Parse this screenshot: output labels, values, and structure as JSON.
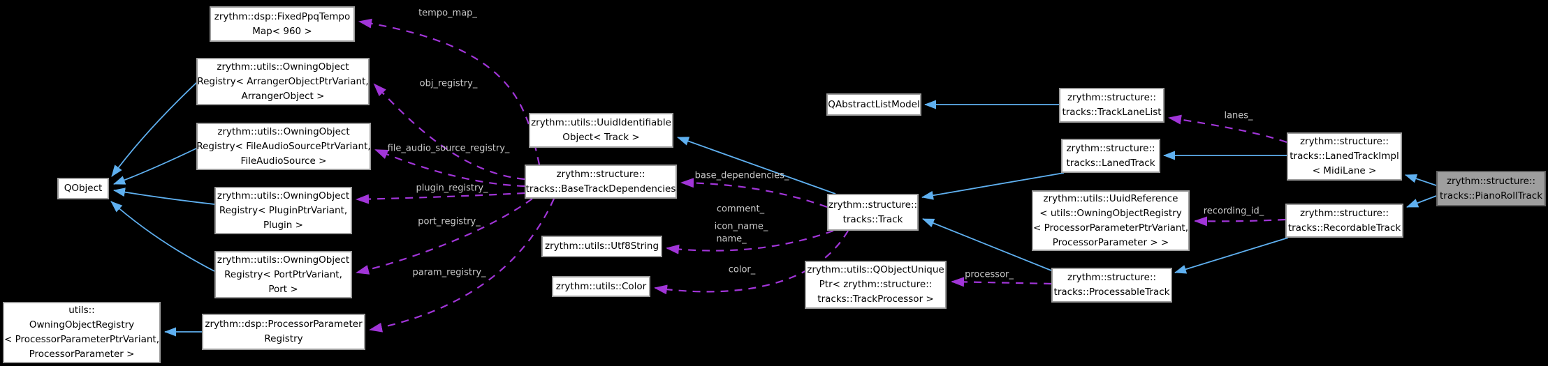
{
  "diagram": {
    "type": "doxygen-collaboration-graph",
    "focus_class": "zrythm::structure::tracks::PianoRollTrack"
  },
  "colors": {
    "background": "#000000",
    "node_bg": "#ffffff",
    "node_border": "#9c9c9c",
    "node_text": "#000000",
    "highlight_bg": "#9e9e9e",
    "highlight_border": "#5f5f5f",
    "inheritance_edge": "#5fb0f0",
    "usage_edge": "#a135d8",
    "edge_label_text": "#c9c9c9"
  },
  "nodes": [
    {
      "id": "fixed-ppq-tempo-map",
      "lines": [
        "zrythm::dsp::FixedPpqTempo",
        "Map< 960 >"
      ]
    },
    {
      "id": "owning-object-registry-arranger",
      "lines": [
        "zrythm::utils::OwningObject",
        "Registry< ArrangerObjectPtrVariant,",
        "ArrangerObject >"
      ]
    },
    {
      "id": "owning-object-registry-file-audio-source",
      "lines": [
        "zrythm::utils::OwningObject",
        "Registry< FileAudioSourcePtrVariant,",
        "FileAudioSource >"
      ]
    },
    {
      "id": "qobject",
      "lines": [
        "QObject"
      ]
    },
    {
      "id": "owning-object-registry-plugin",
      "lines": [
        "zrythm::utils::OwningObject",
        "Registry< PluginPtrVariant,",
        "Plugin >"
      ]
    },
    {
      "id": "owning-object-registry-port",
      "lines": [
        "zrythm::utils::OwningObject",
        "Registry< PortPtrVariant,",
        "Port >"
      ]
    },
    {
      "id": "utils-owning-object-registry-processor-parameter",
      "lines": [
        "utils::",
        "OwningObjectRegistry",
        "< ProcessorParameterPtrVariant,",
        "ProcessorParameter >"
      ]
    },
    {
      "id": "processor-parameter-registry",
      "lines": [
        "zrythm::dsp::ProcessorParameter",
        "Registry"
      ]
    },
    {
      "id": "uuid-identifiable-object-track",
      "lines": [
        "zrythm::utils::UuidIdentifiable",
        "Object< Track >"
      ]
    },
    {
      "id": "base-track-dependencies",
      "lines": [
        "zrythm::structure::",
        "tracks::BaseTrackDependencies"
      ]
    },
    {
      "id": "utf8-string",
      "lines": [
        "zrythm::utils::Utf8String"
      ]
    },
    {
      "id": "color",
      "lines": [
        "zrythm::utils::Color"
      ]
    },
    {
      "id": "qabstract-list-model",
      "lines": [
        "QAbstractListModel"
      ]
    },
    {
      "id": "track-lane-list",
      "lines": [
        "zrythm::structure::",
        "tracks::TrackLaneList"
      ]
    },
    {
      "id": "laned-track",
      "lines": [
        "zrythm::structure::",
        "tracks::LanedTrack"
      ]
    },
    {
      "id": "track",
      "lines": [
        "zrythm::structure::",
        "tracks::Track"
      ]
    },
    {
      "id": "uuid-reference-processor-parameter",
      "lines": [
        "zrythm::utils::UuidReference",
        "< utils::OwningObjectRegistry",
        "< ProcessorParameterPtrVariant,",
        "ProcessorParameter > >"
      ]
    },
    {
      "id": "qobject-unique-ptr-track-processor",
      "lines": [
        "zrythm::utils::QObjectUnique",
        "Ptr< zrythm::structure::",
        "tracks::TrackProcessor >"
      ]
    },
    {
      "id": "processable-track",
      "lines": [
        "zrythm::structure::",
        "tracks::ProcessableTrack"
      ]
    },
    {
      "id": "laned-track-impl-midi-lane",
      "lines": [
        "zrythm::structure::",
        "tracks::LanedTrackImpl",
        "< MidiLane >"
      ]
    },
    {
      "id": "recordable-track",
      "lines": [
        "zrythm::structure::",
        "tracks::RecordableTrack"
      ]
    },
    {
      "id": "piano-roll-track",
      "lines": [
        "zrythm::structure::",
        "tracks::PianoRollTrack"
      ]
    }
  ],
  "edge_labels": [
    {
      "id": "tempo-map",
      "text": "tempo_map_"
    },
    {
      "id": "obj-registry",
      "text": "obj_registry_"
    },
    {
      "id": "file-audio-source-registry",
      "text": "file_audio_source_registry_"
    },
    {
      "id": "plugin-registry",
      "text": "plugin_registry_"
    },
    {
      "id": "port-registry",
      "text": "port_registry_"
    },
    {
      "id": "param-registry",
      "text": "param_registry_"
    },
    {
      "id": "base-dependencies",
      "text": "base_dependencies_"
    },
    {
      "id": "comment",
      "text": "comment_"
    },
    {
      "id": "icon-name",
      "text": "icon_name_"
    },
    {
      "id": "name",
      "text": "name_"
    },
    {
      "id": "color",
      "text": "color_"
    },
    {
      "id": "lanes",
      "text": "lanes_"
    },
    {
      "id": "recording-id",
      "text": "recording_id_"
    },
    {
      "id": "processor",
      "text": "processor_"
    }
  ]
}
